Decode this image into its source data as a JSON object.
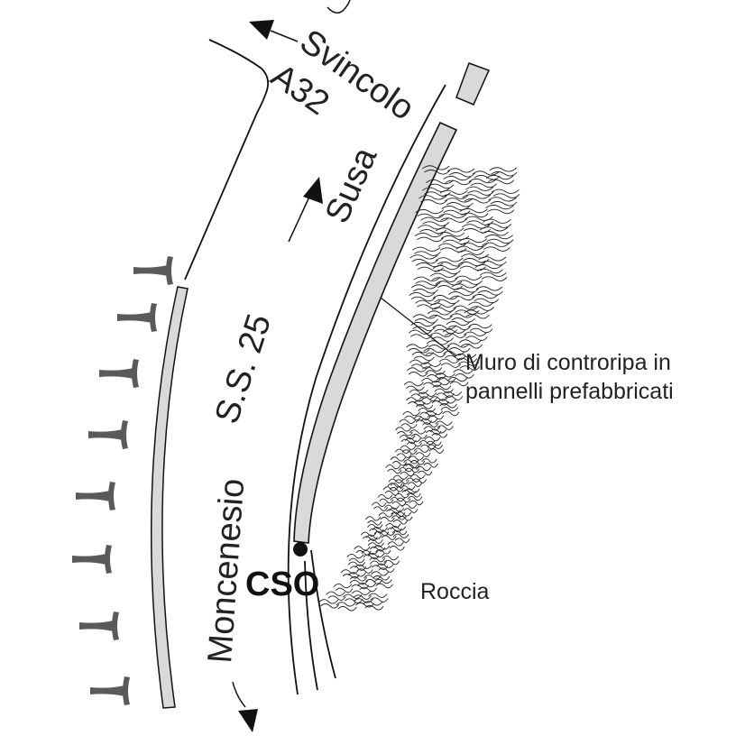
{
  "labels": {
    "svincolo": "Svincolo",
    "a32": "A32",
    "susa": "Susa",
    "ss25": "S.S. 25",
    "moncenesio": "Moncenesio",
    "cso": "CSO",
    "wall_line1": "Muro di controripa in",
    "wall_line2": "pannelli prefabbricati",
    "roccia": "Roccia"
  },
  "colors": {
    "line": "#111111",
    "wall_fill": "#d9d9d9",
    "embankment_symbol": "#5a5a5a"
  },
  "icons": [
    "arrow-up-left-icon",
    "arrow-up-right-icon",
    "arrow-down-icon",
    "cso-point-icon",
    "embankment-symbol-icon"
  ]
}
